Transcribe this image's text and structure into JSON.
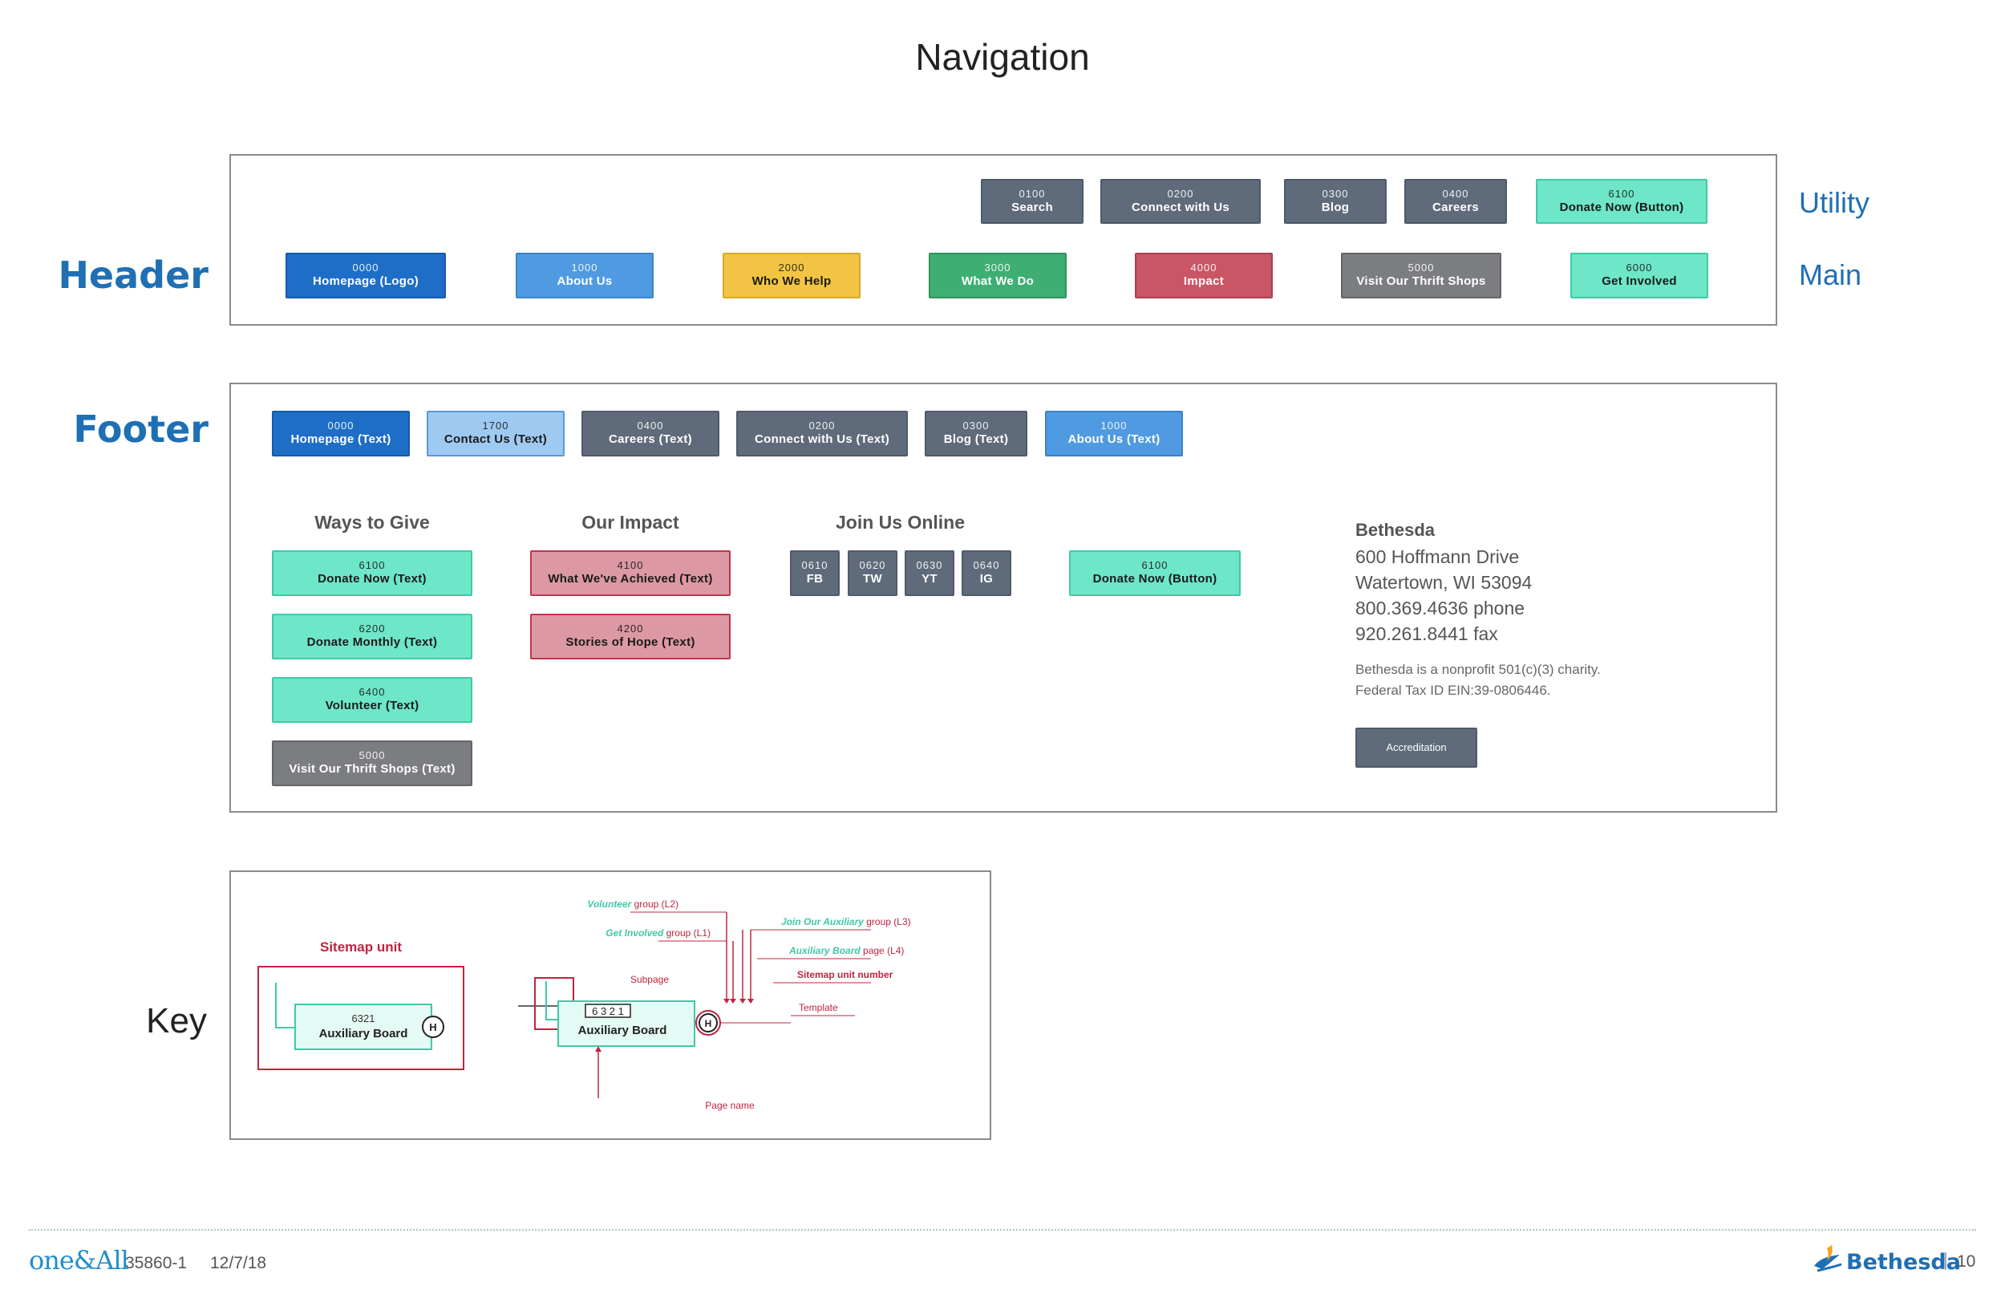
{
  "title": "Navigation",
  "labels": {
    "header": "Header",
    "footer": "Footer",
    "key": "Key",
    "utility": "Utility",
    "main": "Main"
  },
  "header": {
    "utility": [
      {
        "num": "0100",
        "label": "Search"
      },
      {
        "num": "0200",
        "label": "Connect with Us"
      },
      {
        "num": "0300",
        "label": "Blog"
      },
      {
        "num": "0400",
        "label": "Careers"
      },
      {
        "num": "6100",
        "label": "Donate Now (Button)"
      }
    ],
    "main": [
      {
        "num": "0000",
        "label": "Homepage (Logo)"
      },
      {
        "num": "1000",
        "label": "About Us"
      },
      {
        "num": "2000",
        "label": "Who We Help"
      },
      {
        "num": "3000",
        "label": "What We Do"
      },
      {
        "num": "4000",
        "label": "Impact"
      },
      {
        "num": "5000",
        "label": "Visit Our Thrift Shops"
      },
      {
        "num": "6000",
        "label": "Get Involved"
      }
    ]
  },
  "footer": {
    "top": [
      {
        "num": "0000",
        "label": "Homepage (Text)"
      },
      {
        "num": "1700",
        "label": "Contact Us (Text)"
      },
      {
        "num": "0400",
        "label": "Careers (Text)"
      },
      {
        "num": "0200",
        "label": "Connect with Us (Text)"
      },
      {
        "num": "0300",
        "label": "Blog (Text)"
      },
      {
        "num": "1000",
        "label": "About Us (Text)"
      }
    ],
    "ways_to_give": {
      "heading": "Ways to Give",
      "items": [
        {
          "num": "6100",
          "label": "Donate Now (Text)"
        },
        {
          "num": "6200",
          "label": "Donate Monthly (Text)"
        },
        {
          "num": "6400",
          "label": "Volunteer (Text)"
        },
        {
          "num": "5000",
          "label": "Visit Our Thrift Shops (Text)"
        }
      ]
    },
    "our_impact": {
      "heading": "Our Impact",
      "items": [
        {
          "num": "4100",
          "label": "What We've Achieved (Text)"
        },
        {
          "num": "4200",
          "label": "Stories of Hope (Text)"
        }
      ]
    },
    "join_us_online": {
      "heading": "Join Us Online",
      "items": [
        {
          "num": "0610",
          "label": "FB"
        },
        {
          "num": "0620",
          "label": "TW"
        },
        {
          "num": "0630",
          "label": "YT"
        },
        {
          "num": "0640",
          "label": "IG"
        }
      ]
    },
    "donate_button": {
      "num": "6100",
      "label": "Donate Now (Button)"
    },
    "address": {
      "name": "Bethesda",
      "line1": "600 Hoffmann Drive",
      "line2": "Watertown, WI 53094",
      "phone": "800.369.4636 phone",
      "fax": "920.261.8441 fax",
      "note1": "Bethesda is a nonprofit 501(c)(3) charity.",
      "note2": "Federal Tax ID EIN:39-0806446.",
      "accreditation": "Accreditation"
    }
  },
  "key": {
    "sitemap_unit": "Sitemap unit",
    "unit_num": "6321",
    "unit_label": "Auxiliary Board",
    "template_badge": "H",
    "exploded_num": "6 3 2 1",
    "volunteer": "Volunteer",
    "volunteer_suffix": " group (L2)",
    "join_aux": "Join Our Auxiliary",
    "join_aux_suffix": " group (L3)",
    "get_involved": "Get Involved",
    "get_involved_suffix": " group (L1)",
    "aux_board": "Auxiliary Board",
    "aux_board_suffix": " page (L4)",
    "sitemap_unit_number": "Sitemap unit number",
    "subpage": "Subpage",
    "template": "Template",
    "page_name": "Page name"
  },
  "bottom": {
    "agency_logo": "one&All",
    "job": "35860-1",
    "date": "12/7/18",
    "brand": "Bethesda",
    "page": "10"
  },
  "colors": {
    "accent_blue": "#1f6fb5",
    "key_red": "#c0243f",
    "key_teal": "#3fc9a6"
  }
}
